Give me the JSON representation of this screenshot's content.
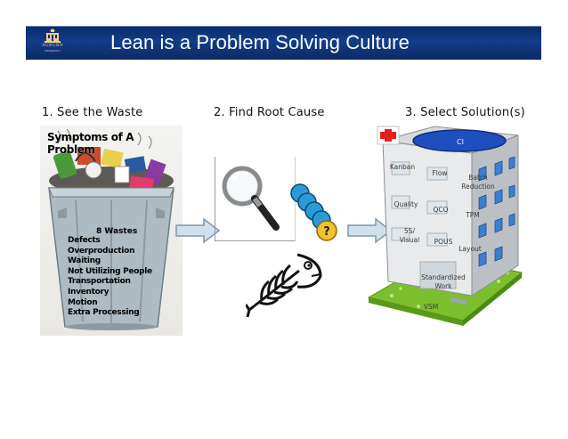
{
  "slide": {
    "title": "Lean is a Problem Solving Culture",
    "logo": {
      "name": "AUBURN",
      "subtitle": "UNIVERSITY"
    }
  },
  "steps": [
    {
      "label": "1.  See the Waste"
    },
    {
      "label": "2.  Find Root Cause"
    },
    {
      "label": "3.  Select Solution(s)"
    }
  ],
  "trash": {
    "heading": "Symptoms of A Problem",
    "wastes_title": "8 Wastes",
    "wastes": [
      "Defects",
      "Overproduction",
      "Waiting",
      "Not Utilizing People",
      "Transportation",
      "Inventory",
      "Motion",
      "Extra Processing"
    ]
  },
  "building": {
    "roof_label": "CI",
    "windows": [
      "Kanban",
      "Flow",
      "Batch",
      "Reduction",
      "Quality",
      "QCO",
      "TPM",
      "5S/",
      "Visual",
      "POUS",
      "Layout",
      "Standardized",
      "Work"
    ],
    "base_label": "VSM"
  },
  "colors": {
    "banner": "#0b2f70",
    "banner_text": "#ffffff",
    "arrow_fill": "#cfe0ee",
    "arrow_stroke": "#7d97ad",
    "cross": "#e02020",
    "grass": "#7cbf2c"
  }
}
